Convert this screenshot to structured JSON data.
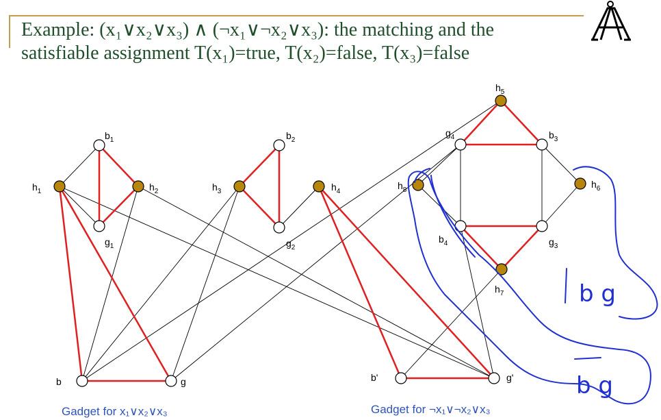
{
  "title": {
    "line1": "Example: (x₁∨x₂∨x₃) ∧ (¬x₁∨¬x₂∨x₃): the matching and the",
    "line2": "satisfiable assignment T(x₁)=true, T(x₂)=false, T(x₃)=false"
  },
  "colors": {
    "title_text": "#1f4e2a",
    "title_rule": "#c0a050",
    "matching_edge": "#e02020",
    "plain_edge": "#000000",
    "gold_node": "#b8860b",
    "caption_text": "#2f54b8",
    "handwriting_ink": "#2030d0"
  },
  "nodes": [
    {
      "id": "b1",
      "base": "b",
      "sub": "1",
      "fill": "white"
    },
    {
      "id": "h1",
      "base": "h",
      "sub": "1",
      "fill": "gold"
    },
    {
      "id": "h2",
      "base": "h",
      "sub": "2",
      "fill": "gold"
    },
    {
      "id": "g1",
      "base": "g",
      "sub": "1",
      "fill": "white"
    },
    {
      "id": "b2",
      "base": "b",
      "sub": "2",
      "fill": "white"
    },
    {
      "id": "h3",
      "base": "h",
      "sub": "3",
      "fill": "gold"
    },
    {
      "id": "h4",
      "base": "h",
      "sub": "4",
      "fill": "gold"
    },
    {
      "id": "g2",
      "base": "g",
      "sub": "2",
      "fill": "white"
    },
    {
      "id": "h5",
      "base": "h",
      "sub": "5",
      "fill": "gold"
    },
    {
      "id": "g4",
      "base": "g",
      "sub": "4",
      "fill": "white"
    },
    {
      "id": "b3",
      "base": "b",
      "sub": "3",
      "fill": "white"
    },
    {
      "id": "h8",
      "base": "h",
      "sub": "8",
      "fill": "gold"
    },
    {
      "id": "h6",
      "base": "h",
      "sub": "6",
      "fill": "gold"
    },
    {
      "id": "b4",
      "base": "b",
      "sub": "4",
      "fill": "white"
    },
    {
      "id": "g3",
      "base": "g",
      "sub": "3",
      "fill": "white"
    },
    {
      "id": "h7",
      "base": "h",
      "sub": "7",
      "fill": "gold"
    },
    {
      "id": "b",
      "base": "b",
      "sub": "",
      "fill": "white"
    },
    {
      "id": "g",
      "base": "g",
      "sub": "",
      "fill": "white"
    },
    {
      "id": "bp",
      "base": "b'",
      "sub": "",
      "fill": "white"
    },
    {
      "id": "gp",
      "base": "g'",
      "sub": "",
      "fill": "white"
    }
  ],
  "edges_matching": [
    [
      "b1",
      "g1"
    ],
    [
      "h1",
      "g"
    ],
    [
      "h1",
      "b"
    ],
    [
      "b1",
      "h2"
    ],
    [
      "h2",
      "g1"
    ],
    [
      "b",
      "g"
    ],
    [
      "h3",
      "b2"
    ],
    [
      "b2",
      "g2"
    ],
    [
      "h3",
      "g2"
    ],
    [
      "h4",
      "bp"
    ],
    [
      "h4",
      "gp"
    ],
    [
      "bp",
      "gp"
    ],
    [
      "h5",
      "g4"
    ],
    [
      "h5",
      "b3"
    ],
    [
      "g4",
      "b3"
    ],
    [
      "b4",
      "g3"
    ],
    [
      "b4",
      "h7"
    ],
    [
      "g3",
      "h7"
    ]
  ],
  "edges_plain": [
    [
      "h1",
      "b1"
    ],
    [
      "h1",
      "g1"
    ],
    [
      "h2",
      "b"
    ],
    [
      "h2",
      "gp"
    ],
    [
      "h3",
      "b"
    ],
    [
      "h3",
      "g"
    ],
    [
      "h4",
      "g2"
    ],
    [
      "b",
      "h5"
    ],
    [
      "g",
      "g4"
    ],
    [
      "g4",
      "b4"
    ],
    [
      "b3",
      "g3"
    ],
    [
      "h8",
      "g4"
    ],
    [
      "h8",
      "b4"
    ],
    [
      "h6",
      "b3"
    ],
    [
      "h6",
      "g3"
    ],
    [
      "h7",
      "bp"
    ],
    [
      "h1",
      "gp"
    ],
    [
      "b4",
      "gp"
    ]
  ],
  "captions": {
    "left": "Gadget for x₁∨x₂∨x₃",
    "right": "Gadget for ¬x₁∨¬x₂∨x₃"
  },
  "handwriting": {
    "upper": "b   g",
    "lower": "b   g"
  }
}
